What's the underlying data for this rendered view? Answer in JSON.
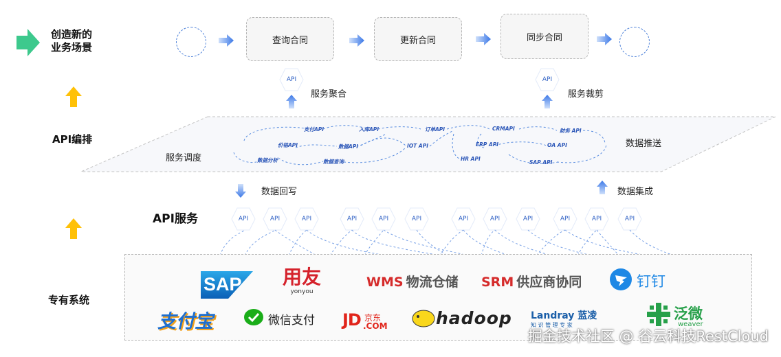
{
  "left_labels": {
    "row1_line1": "创造新的",
    "row1_line2": "业务场景",
    "row2": "API编排",
    "row3": "API服务",
    "row4": "专有系统"
  },
  "flow": {
    "steps": [
      "查询合同",
      "更新合同",
      "同步合同"
    ],
    "merge_label": "服务聚合",
    "trim_label": "服务裁剪"
  },
  "api_tag": "API",
  "orchestration": {
    "dispatch_label": "服务调度",
    "push_label": "数据推送",
    "nodes": [
      "支付API",
      "入库API",
      "订单API",
      "CRMAPI",
      "财务 API",
      "价格API",
      "数据API",
      "IOT API",
      "ERP API",
      "OA API",
      "数据分析",
      "数据查询",
      "HR API",
      "SAP  API"
    ]
  },
  "middle": {
    "writeback_label": "数据回写",
    "integration_label": "数据集成"
  },
  "api_services": [
    "API",
    "API",
    "API",
    "API",
    "API",
    "API",
    "API",
    "API",
    "API",
    "API",
    "API",
    "API"
  ],
  "systems": {
    "sap": "SAP",
    "yonyou_cn": "用友",
    "yonyou_en": "yonyou",
    "wms": "WMS",
    "wms_cn": "物流仓储",
    "srm": "SRM",
    "srm_cn": "供应商协同",
    "dingtalk": "钉钉",
    "alipay": "支付宝",
    "wechat_pay": "微信支付",
    "jd": "JD",
    "jd_cn": "京东",
    "jd_com": ".COM",
    "hadoop": "hadoop",
    "landray": "Landray",
    "landray_cn": "蓝凌",
    "landray_sub": "知 识 管 理 专 家",
    "weaver_cn": "泛微",
    "weaver_en": "weaver"
  },
  "watermark": "掘金技术社区 @ 谷云科技RestCloud",
  "colors": {
    "accent_blue": "#3b78e7",
    "arrow_yellow": "#ffc107",
    "arrow_green": "#3dc98d"
  }
}
